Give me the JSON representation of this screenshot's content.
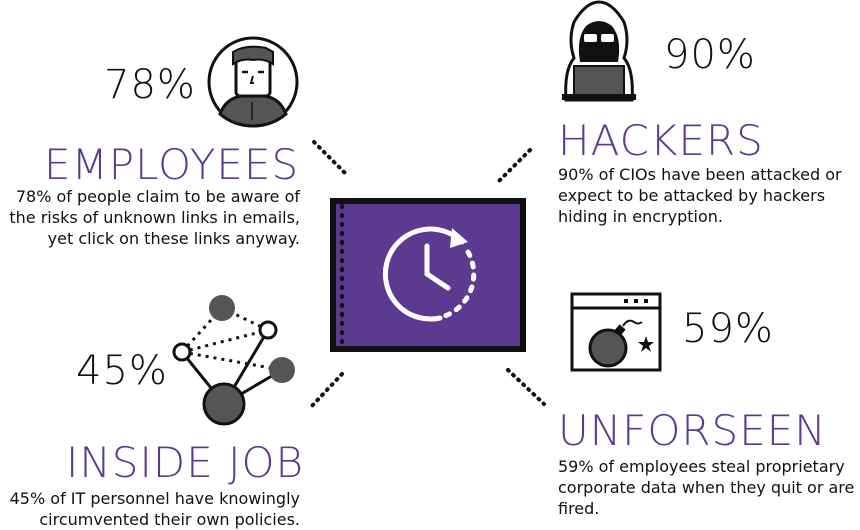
{
  "employees": {
    "percent": "78%",
    "title": "EMPLOYEES",
    "description": "78% of people claim to be aware of the risks of unknown links in emails, yet click on these links anyway.",
    "icon": "employee-face-icon"
  },
  "hackers": {
    "percent": "90%",
    "title": "HACKERS",
    "description": "90% of CIOs have been attacked or expect to be attacked by hackers hiding in encryption.",
    "icon": "hooded-hacker-icon"
  },
  "inside_job": {
    "percent": "45%",
    "title": "INSIDE JOB",
    "description": "45% of IT personnel have knowingly circumvented their own policies.",
    "icon": "network-nodes-icon"
  },
  "unforseen": {
    "percent": "59%",
    "title": "UNFORSEEN",
    "description": "59% of employees steal proprietary corporate data when they quit or are fired.",
    "icon": "bomb-window-icon"
  },
  "center": {
    "icon": "clock-refresh-icon"
  },
  "colors": {
    "accent": "#5b3a8f",
    "dark": "#111111",
    "gray": "#555555"
  }
}
